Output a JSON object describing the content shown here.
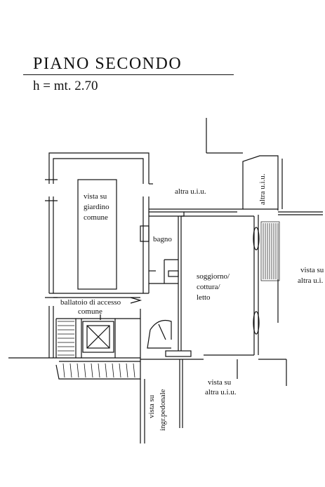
{
  "header": {
    "floor_title": "PIANO SECONDO",
    "ceiling_height": "h = mt. 2.70"
  },
  "plan": {
    "labels": {
      "garden_view_l1": "vista su",
      "garden_view_l2": "giardino",
      "garden_view_l3": "comune",
      "other_unit_top": "altra u.i.u.",
      "other_unit_vertical": "altra u.i.u.",
      "bathroom": "bagno",
      "living_l1": "soggiorno/",
      "living_l2": "cottura/",
      "living_l3": "letto",
      "walkway_l1": "ballatoio di accesso",
      "walkway_l2": "comune",
      "right_view_l1": "vista su",
      "right_view_l2": "altra u.i.",
      "bottom_view_l1": "vista su",
      "bottom_view_l2": "altra u.i.u.",
      "entrance_view_l1": "vista su",
      "entrance_view_l2": "ingr.pedonale"
    }
  }
}
